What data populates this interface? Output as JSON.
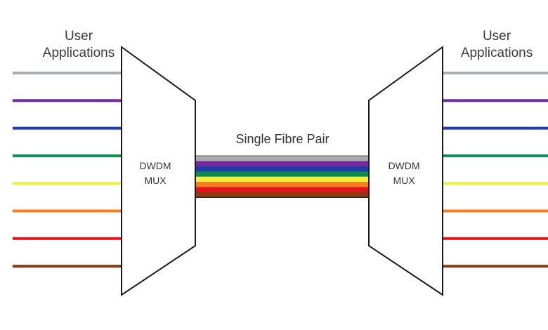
{
  "left_group": {
    "label_line1": "User",
    "label_line2": "Applications",
    "mux_line1": "DWDM",
    "mux_line2": "MUX"
  },
  "right_group": {
    "label_line1": "User",
    "label_line2": "Applications",
    "mux_line1": "DWDM",
    "mux_line2": "MUX"
  },
  "fibre_label": "Single Fibre Pair",
  "channels": [
    {
      "color": "#a8acaf"
    },
    {
      "color": "#7a2a9e"
    },
    {
      "color": "#1f3fa6"
    },
    {
      "color": "#0e8a50"
    },
    {
      "color": "#f2ee3a"
    },
    {
      "color": "#f57f1e"
    },
    {
      "color": "#e0151b"
    },
    {
      "color": "#8b3a14"
    }
  ]
}
